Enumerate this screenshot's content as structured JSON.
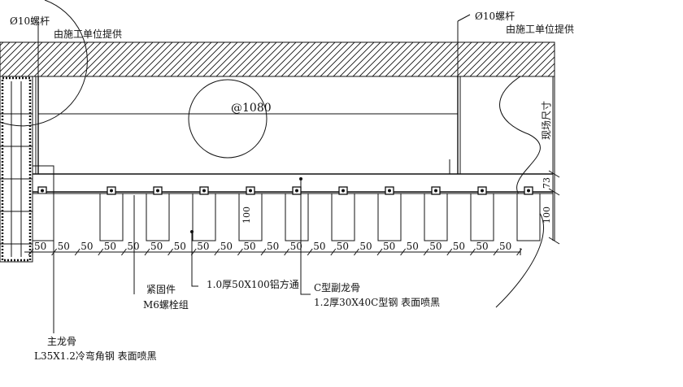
{
  "labels": {
    "rod_left": "Ø10螺杆",
    "supplied_left": "由施工单位提供",
    "rod_right": "Ø10螺杆",
    "supplied_right": "由施工单位提供",
    "spacing": "@1080",
    "site_dimension": "现场尺寸",
    "gap_value": "73",
    "tube_height": "100",
    "right_height": "100",
    "fastener_title": "紧固件",
    "fastener_spec": "M6螺栓组",
    "tube_spec": "1.0厚50X100铝方通",
    "c_joist_title": "C型副龙骨",
    "c_joist_spec": "1.2厚30X40C型钢 表面喷黑",
    "main_joist_title": "主龙骨",
    "main_joist_spec": "L35X1.2冷弯角钢 表面喷黑"
  },
  "bottom_dims": [
    "50",
    "50",
    "50",
    "50",
    "50",
    "50",
    "50",
    "50",
    "50",
    "50",
    "50",
    "50",
    "50",
    "50",
    "50",
    "50",
    "50",
    "50",
    "50",
    "50",
    "50"
  ]
}
